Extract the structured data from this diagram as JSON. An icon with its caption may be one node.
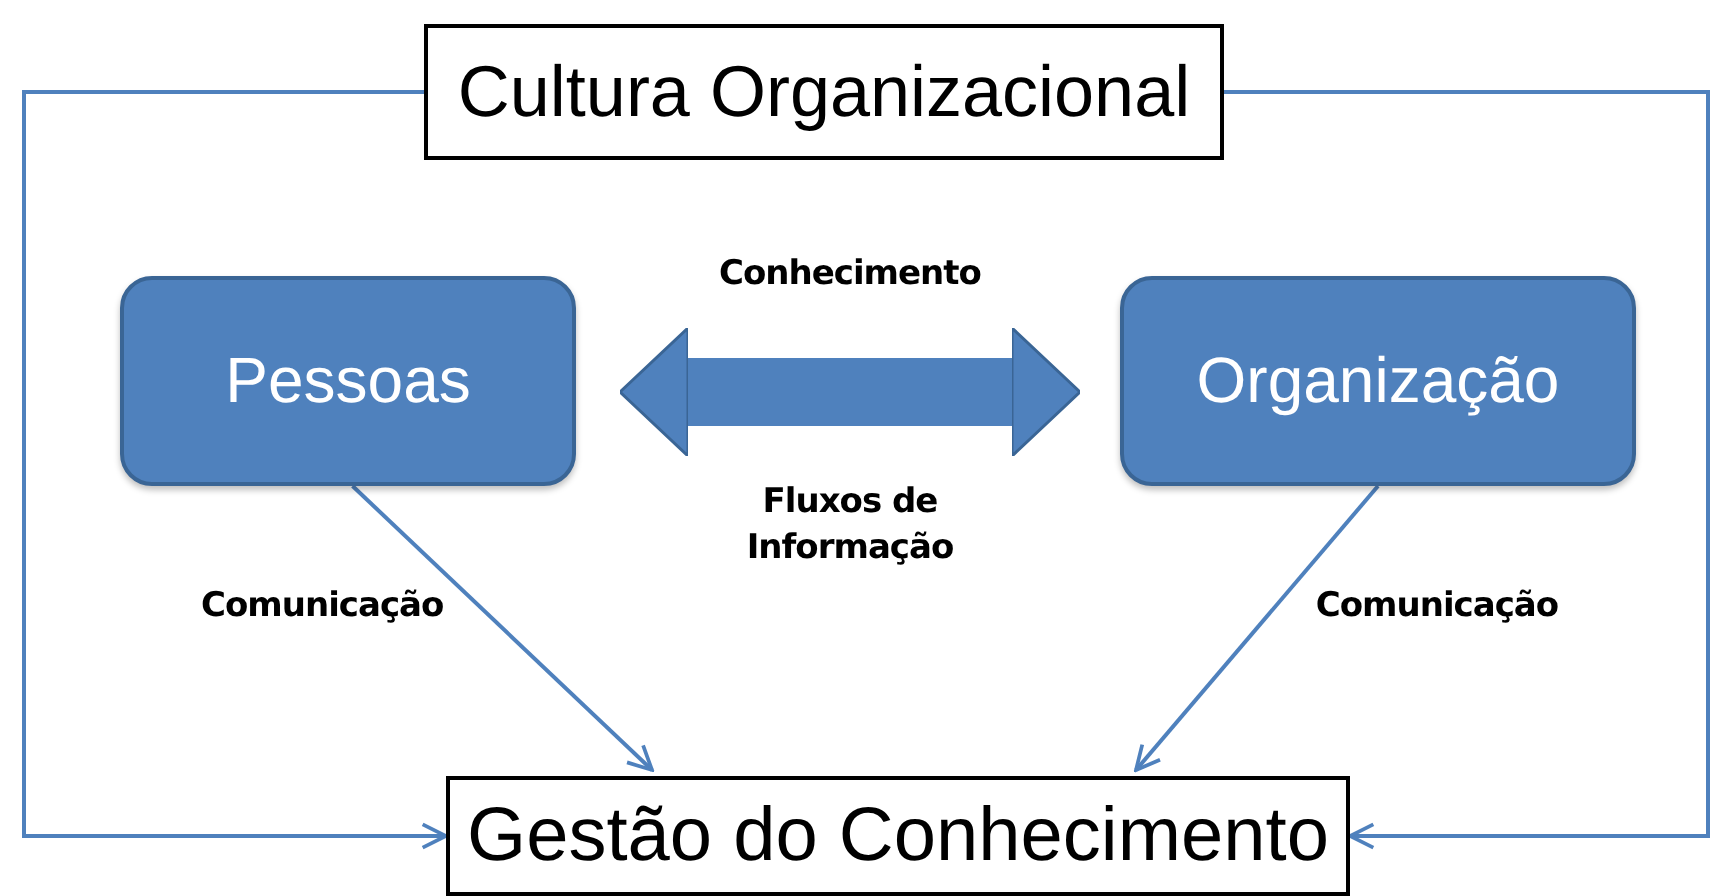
{
  "diagram": {
    "nodes": [
      {
        "text": [
          "Cultura Organizacional"
        ]
      },
      {
        "text": [
          "Pessoas"
        ]
      },
      {
        "text": [
          "Organização"
        ]
      },
      {
        "text": [
          "Gestão do Conhecimento"
        ]
      }
    ],
    "edges": [
      {
        "from": 0,
        "to": 3,
        "arrow": "to"
      },
      {
        "from": 0,
        "to": 3,
        "arrow": "to"
      },
      {
        "from": 1,
        "to": 2,
        "arrow": "both",
        "label": "Conhecimento",
        "style": "thick"
      },
      {
        "from": 1,
        "to": 3,
        "arrow": "to",
        "label": "Comunicação"
      },
      {
        "from": 2,
        "to": 3,
        "arrow": "to",
        "label": "Comunicação"
      }
    ],
    "labels": [
      "Fluxos de Informação"
    ]
  }
}
